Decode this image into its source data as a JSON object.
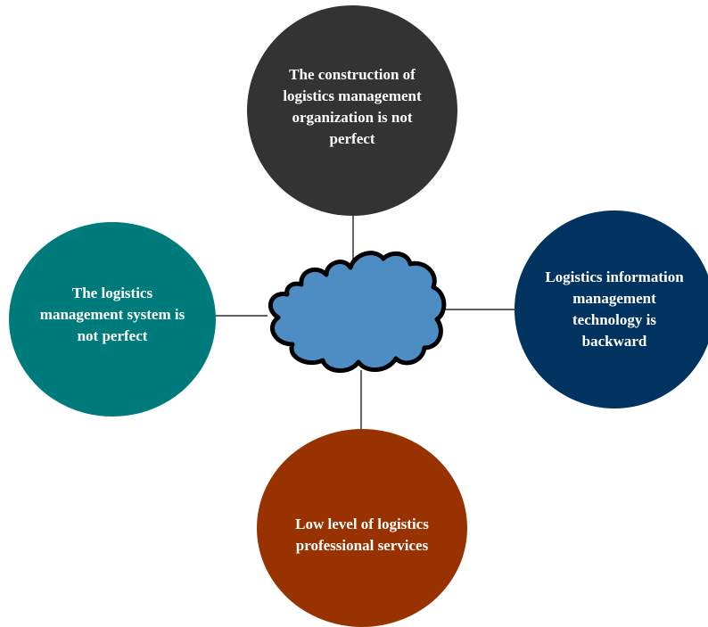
{
  "diagram": {
    "center": {
      "shape": "cloud",
      "fill": "#4e8cc4",
      "stroke": "#000000"
    },
    "nodes": [
      {
        "id": "top",
        "label": "The construction of\nlogistics management\norganization is not\nperfect",
        "color": "#333333"
      },
      {
        "id": "right",
        "label": "Logistics information\nmanagement\ntechnology is\nbackward",
        "color": "#00335f"
      },
      {
        "id": "left",
        "label": "The logistics\nmanagement system is\nnot perfect",
        "color": "#007b7b"
      },
      {
        "id": "bottom",
        "label": "Low level of logistics\nprofessional  services",
        "color": "#983200"
      }
    ],
    "connector_color": "#000000"
  }
}
